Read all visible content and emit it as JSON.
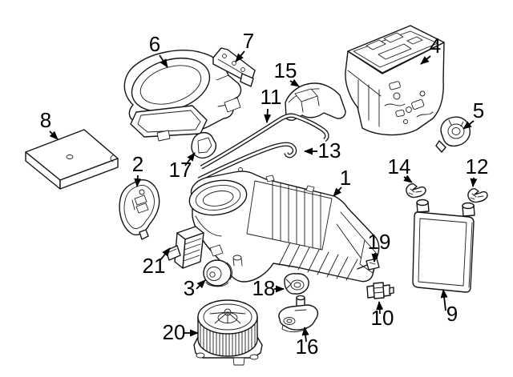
{
  "diagram": {
    "colors": {
      "background": "#ffffff",
      "line_art": "#141414",
      "callout_text": "#000000"
    },
    "callouts": [
      {
        "num": "1"
      },
      {
        "num": "2"
      },
      {
        "num": "3"
      },
      {
        "num": "4"
      },
      {
        "num": "5"
      },
      {
        "num": "6"
      },
      {
        "num": "7"
      },
      {
        "num": "8"
      },
      {
        "num": "9"
      },
      {
        "num": "10"
      },
      {
        "num": "11"
      },
      {
        "num": "12"
      },
      {
        "num": "13"
      },
      {
        "num": "14"
      },
      {
        "num": "15"
      },
      {
        "num": "16"
      },
      {
        "num": "17"
      },
      {
        "num": "18"
      },
      {
        "num": "19"
      },
      {
        "num": "20"
      },
      {
        "num": "21"
      }
    ]
  }
}
